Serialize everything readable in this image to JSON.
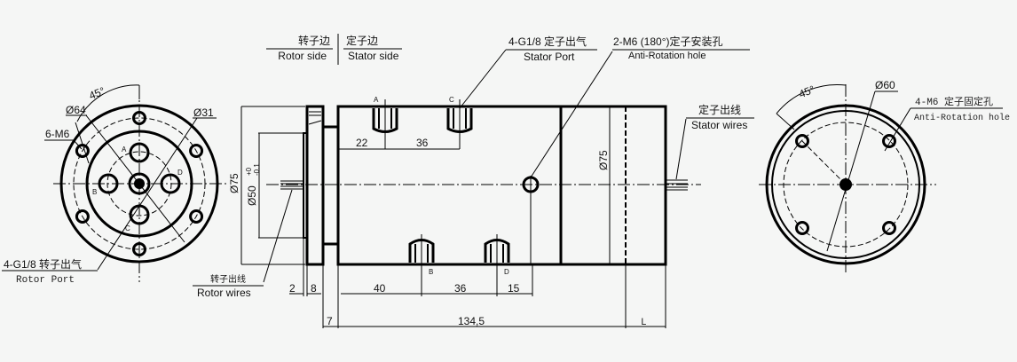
{
  "header": {
    "rotor_side_cn": "转子边",
    "rotor_side_en": "Rotor side",
    "stator_side_cn": "定子边",
    "stator_side_en": "Stator side"
  },
  "left_view": {
    "angle": "45°",
    "bolt_circle": "Ø64",
    "bolt_holes": "6-M6",
    "inner_circle": "Ø31",
    "port_labels": [
      "A",
      "B",
      "C",
      "D"
    ],
    "rotor_port_cn": "4-G1/8 转子出气",
    "rotor_port_en": "Rotor Port"
  },
  "side_view": {
    "stator_port_cn": "4-G1/8 定子出气",
    "stator_port_en": "Stator Port",
    "anti_rotation_cn": "2-M6 (180°)定子安装孔",
    "anti_rotation_en": "Anti-Rotation hole",
    "stator_wires_cn": "定子出线",
    "stator_wires_en": "Stator wires",
    "rotor_wires_cn": "转子出线",
    "rotor_wires_en": "Rotor wires",
    "dia_outer": "Ø75",
    "dia_flange": "Ø50",
    "dia_flange_tol_upper": "+0",
    "dia_flange_tol_lower": "-0.1",
    "dia_body": "Ø75",
    "top_ports": [
      "A",
      "C"
    ],
    "bottom_ports": [
      "B",
      "D"
    ],
    "dim_top": [
      "22",
      "36"
    ],
    "dim_row1": [
      "2",
      "8",
      "40",
      "36",
      "15"
    ],
    "dim_row2": [
      "7",
      "134,5",
      "L"
    ]
  },
  "right_view": {
    "angle": "45°",
    "circle": "Ø60",
    "holes_cn": "4-M6 定子固定孔",
    "holes_en": "Anti-Rotation hole"
  }
}
